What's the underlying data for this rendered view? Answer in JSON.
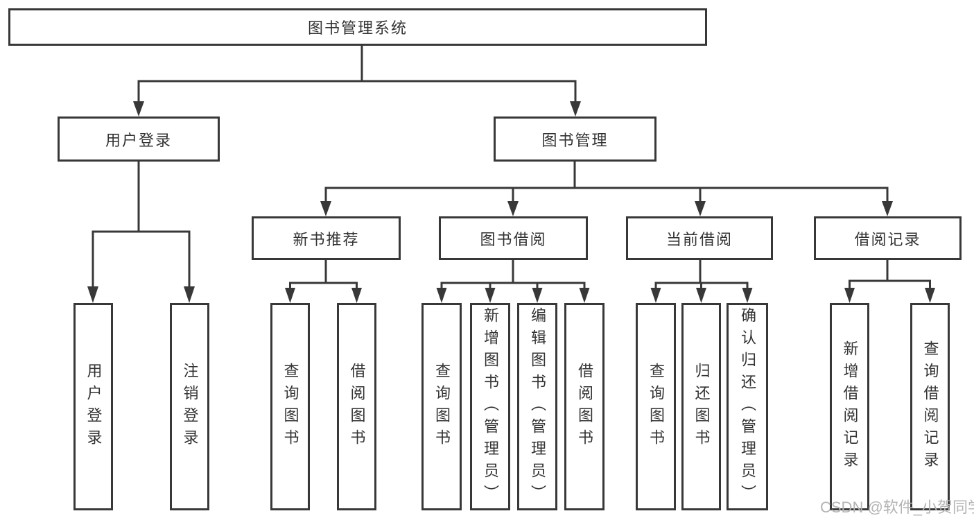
{
  "diagram": {
    "title": "图书管理系统",
    "root": {
      "label": "图书管理系统"
    },
    "branches": [
      {
        "label": "用户登录",
        "children": [
          {
            "label": "用户登录"
          },
          {
            "label": "注销登录"
          }
        ]
      },
      {
        "label": "图书管理",
        "children": [
          {
            "label": "新书推荐",
            "children": [
              {
                "label": "查询图书"
              },
              {
                "label": "借阅图书"
              }
            ]
          },
          {
            "label": "图书借阅",
            "children": [
              {
                "label": "查询图书"
              },
              {
                "label": "新增图书（管理员）"
              },
              {
                "label": "编辑图书（管理员）"
              },
              {
                "label": "借阅图书"
              }
            ]
          },
          {
            "label": "当前借阅",
            "children": [
              {
                "label": "查询图书"
              },
              {
                "label": "归还图书"
              },
              {
                "label": "确认归还（管理员）"
              }
            ]
          },
          {
            "label": "借阅记录",
            "children": [
              {
                "label": "新增借阅记录"
              },
              {
                "label": "查询借阅记录"
              }
            ]
          }
        ]
      }
    ],
    "line_color": "#383838",
    "box_background": "#ffffff",
    "text_color": "#333333"
  },
  "watermark": {
    "text": "CSDN @软件_小贺同学",
    "color": "#b4b4b4"
  }
}
